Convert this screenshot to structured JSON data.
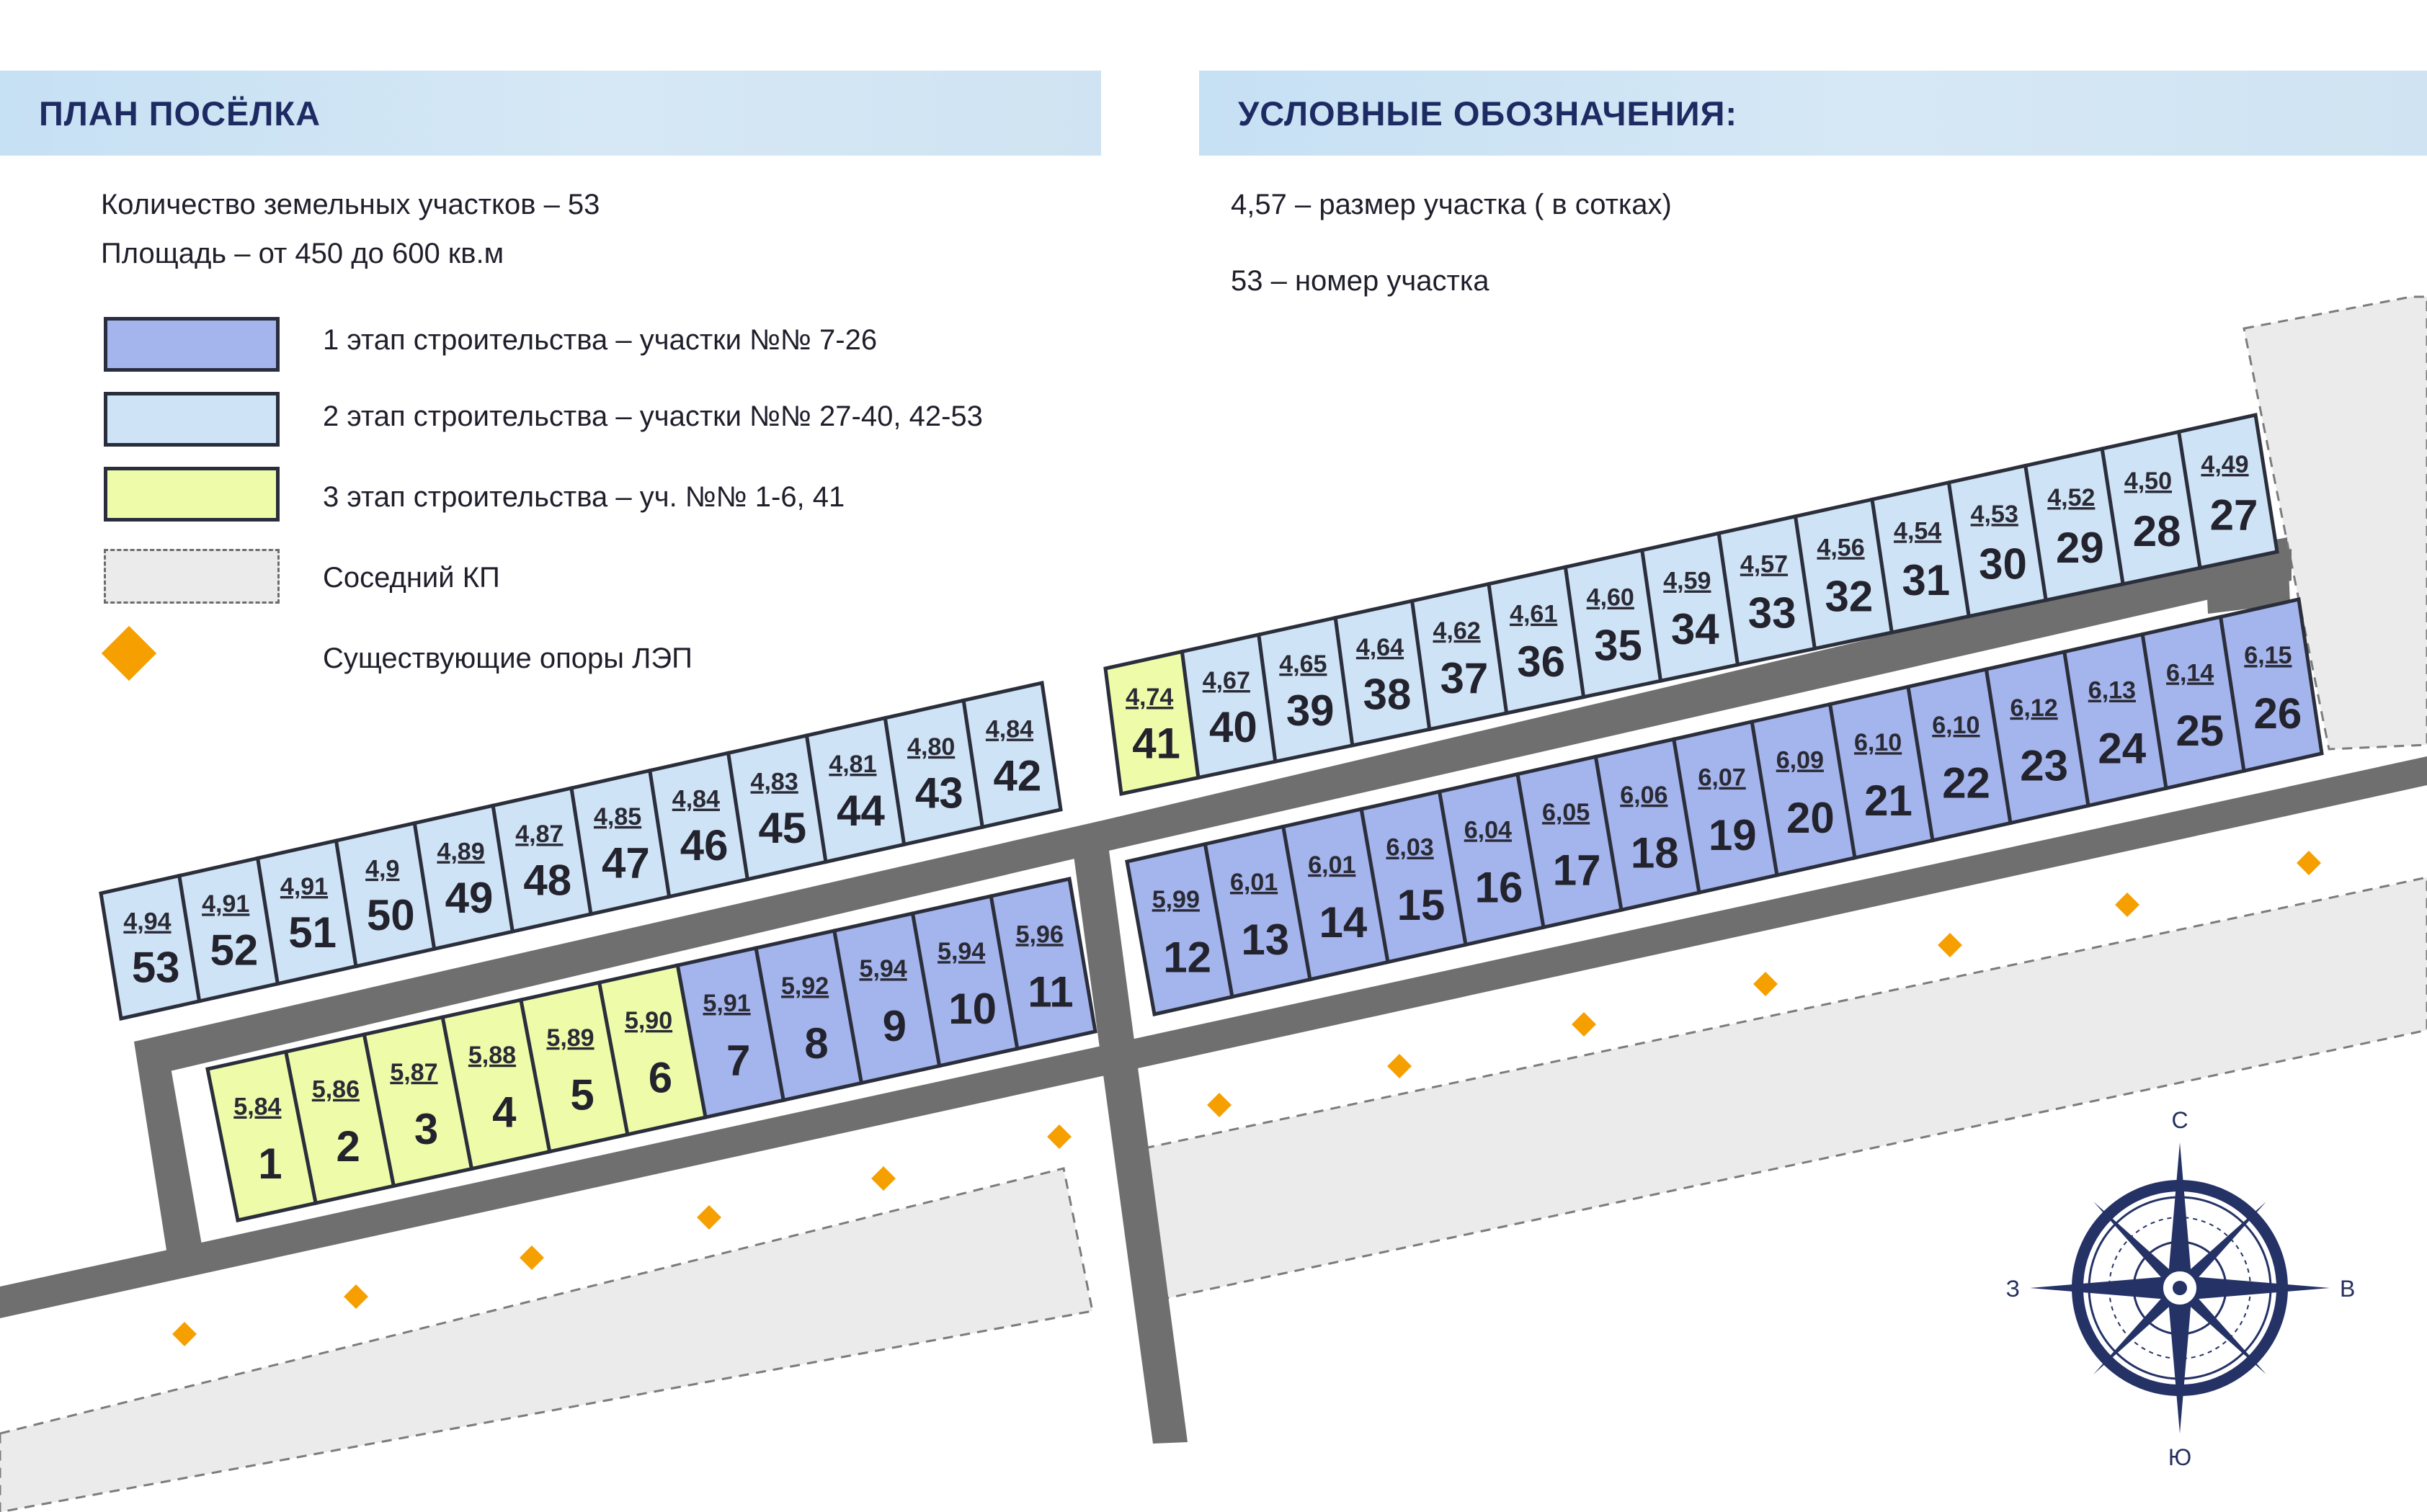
{
  "plan_header": {
    "title": "ПЛАН ПОСЁЛКА"
  },
  "legend_header": {
    "title": "УСЛОВНЫЕ ОБОЗНАЧЕНИЯ:"
  },
  "info": {
    "plots_count": "Количество земельных участков – 53",
    "area": "Площадь – от 450 до 600 кв.м"
  },
  "notes": {
    "size_note": "4,57 – размер участка ( в сотках)",
    "number_note": "53 – номер участка"
  },
  "legend": {
    "stage1": {
      "label": "1 этап строительства – участки №№ 7-26",
      "color": "#a4b4ec"
    },
    "stage2": {
      "label": "2 этап строительства – участки №№ 27-40, 42-53",
      "color": "#cfe3f7"
    },
    "stage3": {
      "label": "3 этап строительства – уч. №№ 1-6, 41",
      "color": "#eefcaa"
    },
    "neighbor": {
      "label": "Соседний КП",
      "color": "#ebebeb"
    },
    "poles": {
      "label": "Существующие опоры ЛЭП",
      "color": "#f5a000"
    }
  },
  "compass": {
    "n": "С",
    "s": "Ю",
    "e": "В",
    "w": "З",
    "color": "#253266"
  },
  "map": {
    "road_color": "#6f6f6f",
    "blocks": [
      {
        "id": "A",
        "plots": [
          {
            "num": "53",
            "size": "4,94",
            "stage": 2
          },
          {
            "num": "52",
            "size": "4,91",
            "stage": 2
          },
          {
            "num": "51",
            "size": "4,91",
            "stage": 2
          },
          {
            "num": "50",
            "size": "4,9",
            "stage": 2
          },
          {
            "num": "49",
            "size": "4,89",
            "stage": 2
          },
          {
            "num": "48",
            "size": "4,87",
            "stage": 2
          },
          {
            "num": "47",
            "size": "4,85",
            "stage": 2
          },
          {
            "num": "46",
            "size": "4,84",
            "stage": 2
          },
          {
            "num": "45",
            "size": "4,83",
            "stage": 2
          },
          {
            "num": "44",
            "size": "4,81",
            "stage": 2
          },
          {
            "num": "43",
            "size": "4,80",
            "stage": 2
          },
          {
            "num": "42",
            "size": "4,84",
            "stage": 2
          }
        ]
      },
      {
        "id": "B",
        "plots": [
          {
            "num": "1",
            "size": "5,84",
            "stage": 3
          },
          {
            "num": "2",
            "size": "5,86",
            "stage": 3
          },
          {
            "num": "3",
            "size": "5,87",
            "stage": 3
          },
          {
            "num": "4",
            "size": "5,88",
            "stage": 3
          },
          {
            "num": "5",
            "size": "5,89",
            "stage": 3
          },
          {
            "num": "6",
            "size": "5,90",
            "stage": 3
          },
          {
            "num": "7",
            "size": "5,91",
            "stage": 1
          },
          {
            "num": "8",
            "size": "5,92",
            "stage": 1
          },
          {
            "num": "9",
            "size": "5,94",
            "stage": 1
          },
          {
            "num": "10",
            "size": "5,94",
            "stage": 1
          },
          {
            "num": "11",
            "size": "5,96",
            "stage": 1
          }
        ]
      },
      {
        "id": "C",
        "plots": [
          {
            "num": "41",
            "size": "4,74",
            "stage": 3
          },
          {
            "num": "40",
            "size": "4,67",
            "stage": 2
          },
          {
            "num": "39",
            "size": "4,65",
            "stage": 2
          },
          {
            "num": "38",
            "size": "4,64",
            "stage": 2
          },
          {
            "num": "37",
            "size": "4,62",
            "stage": 2
          },
          {
            "num": "36",
            "size": "4,61",
            "stage": 2
          },
          {
            "num": "35",
            "size": "4,60",
            "stage": 2
          },
          {
            "num": "34",
            "size": "4,59",
            "stage": 2
          },
          {
            "num": "33",
            "size": "4,57",
            "stage": 2
          },
          {
            "num": "32",
            "size": "4,56",
            "stage": 2
          },
          {
            "num": "31",
            "size": "4,54",
            "stage": 2
          },
          {
            "num": "30",
            "size": "4,53",
            "stage": 2
          },
          {
            "num": "29",
            "size": "4,52",
            "stage": 2
          },
          {
            "num": "28",
            "size": "4,50",
            "stage": 2
          },
          {
            "num": "27",
            "size": "4,49",
            "stage": 2
          }
        ]
      },
      {
        "id": "D",
        "plots": [
          {
            "num": "12",
            "size": "5,99",
            "stage": 1
          },
          {
            "num": "13",
            "size": "6,01",
            "stage": 1
          },
          {
            "num": "14",
            "size": "6,01",
            "stage": 1
          },
          {
            "num": "15",
            "size": "6,03",
            "stage": 1
          },
          {
            "num": "16",
            "size": "6,04",
            "stage": 1
          },
          {
            "num": "17",
            "size": "6,05",
            "stage": 1
          },
          {
            "num": "18",
            "size": "6,06",
            "stage": 1
          },
          {
            "num": "19",
            "size": "6,07",
            "stage": 1
          },
          {
            "num": "20",
            "size": "6,09",
            "stage": 1
          },
          {
            "num": "21",
            "size": "6,10",
            "stage": 1
          },
          {
            "num": "22",
            "size": "6,10",
            "stage": 1
          },
          {
            "num": "23",
            "size": "6,12",
            "stage": 1
          },
          {
            "num": "24",
            "size": "6,13",
            "stage": 1
          },
          {
            "num": "25",
            "size": "6,14",
            "stage": 1
          },
          {
            "num": "26",
            "size": "6,15",
            "stage": 1
          }
        ]
      }
    ]
  }
}
